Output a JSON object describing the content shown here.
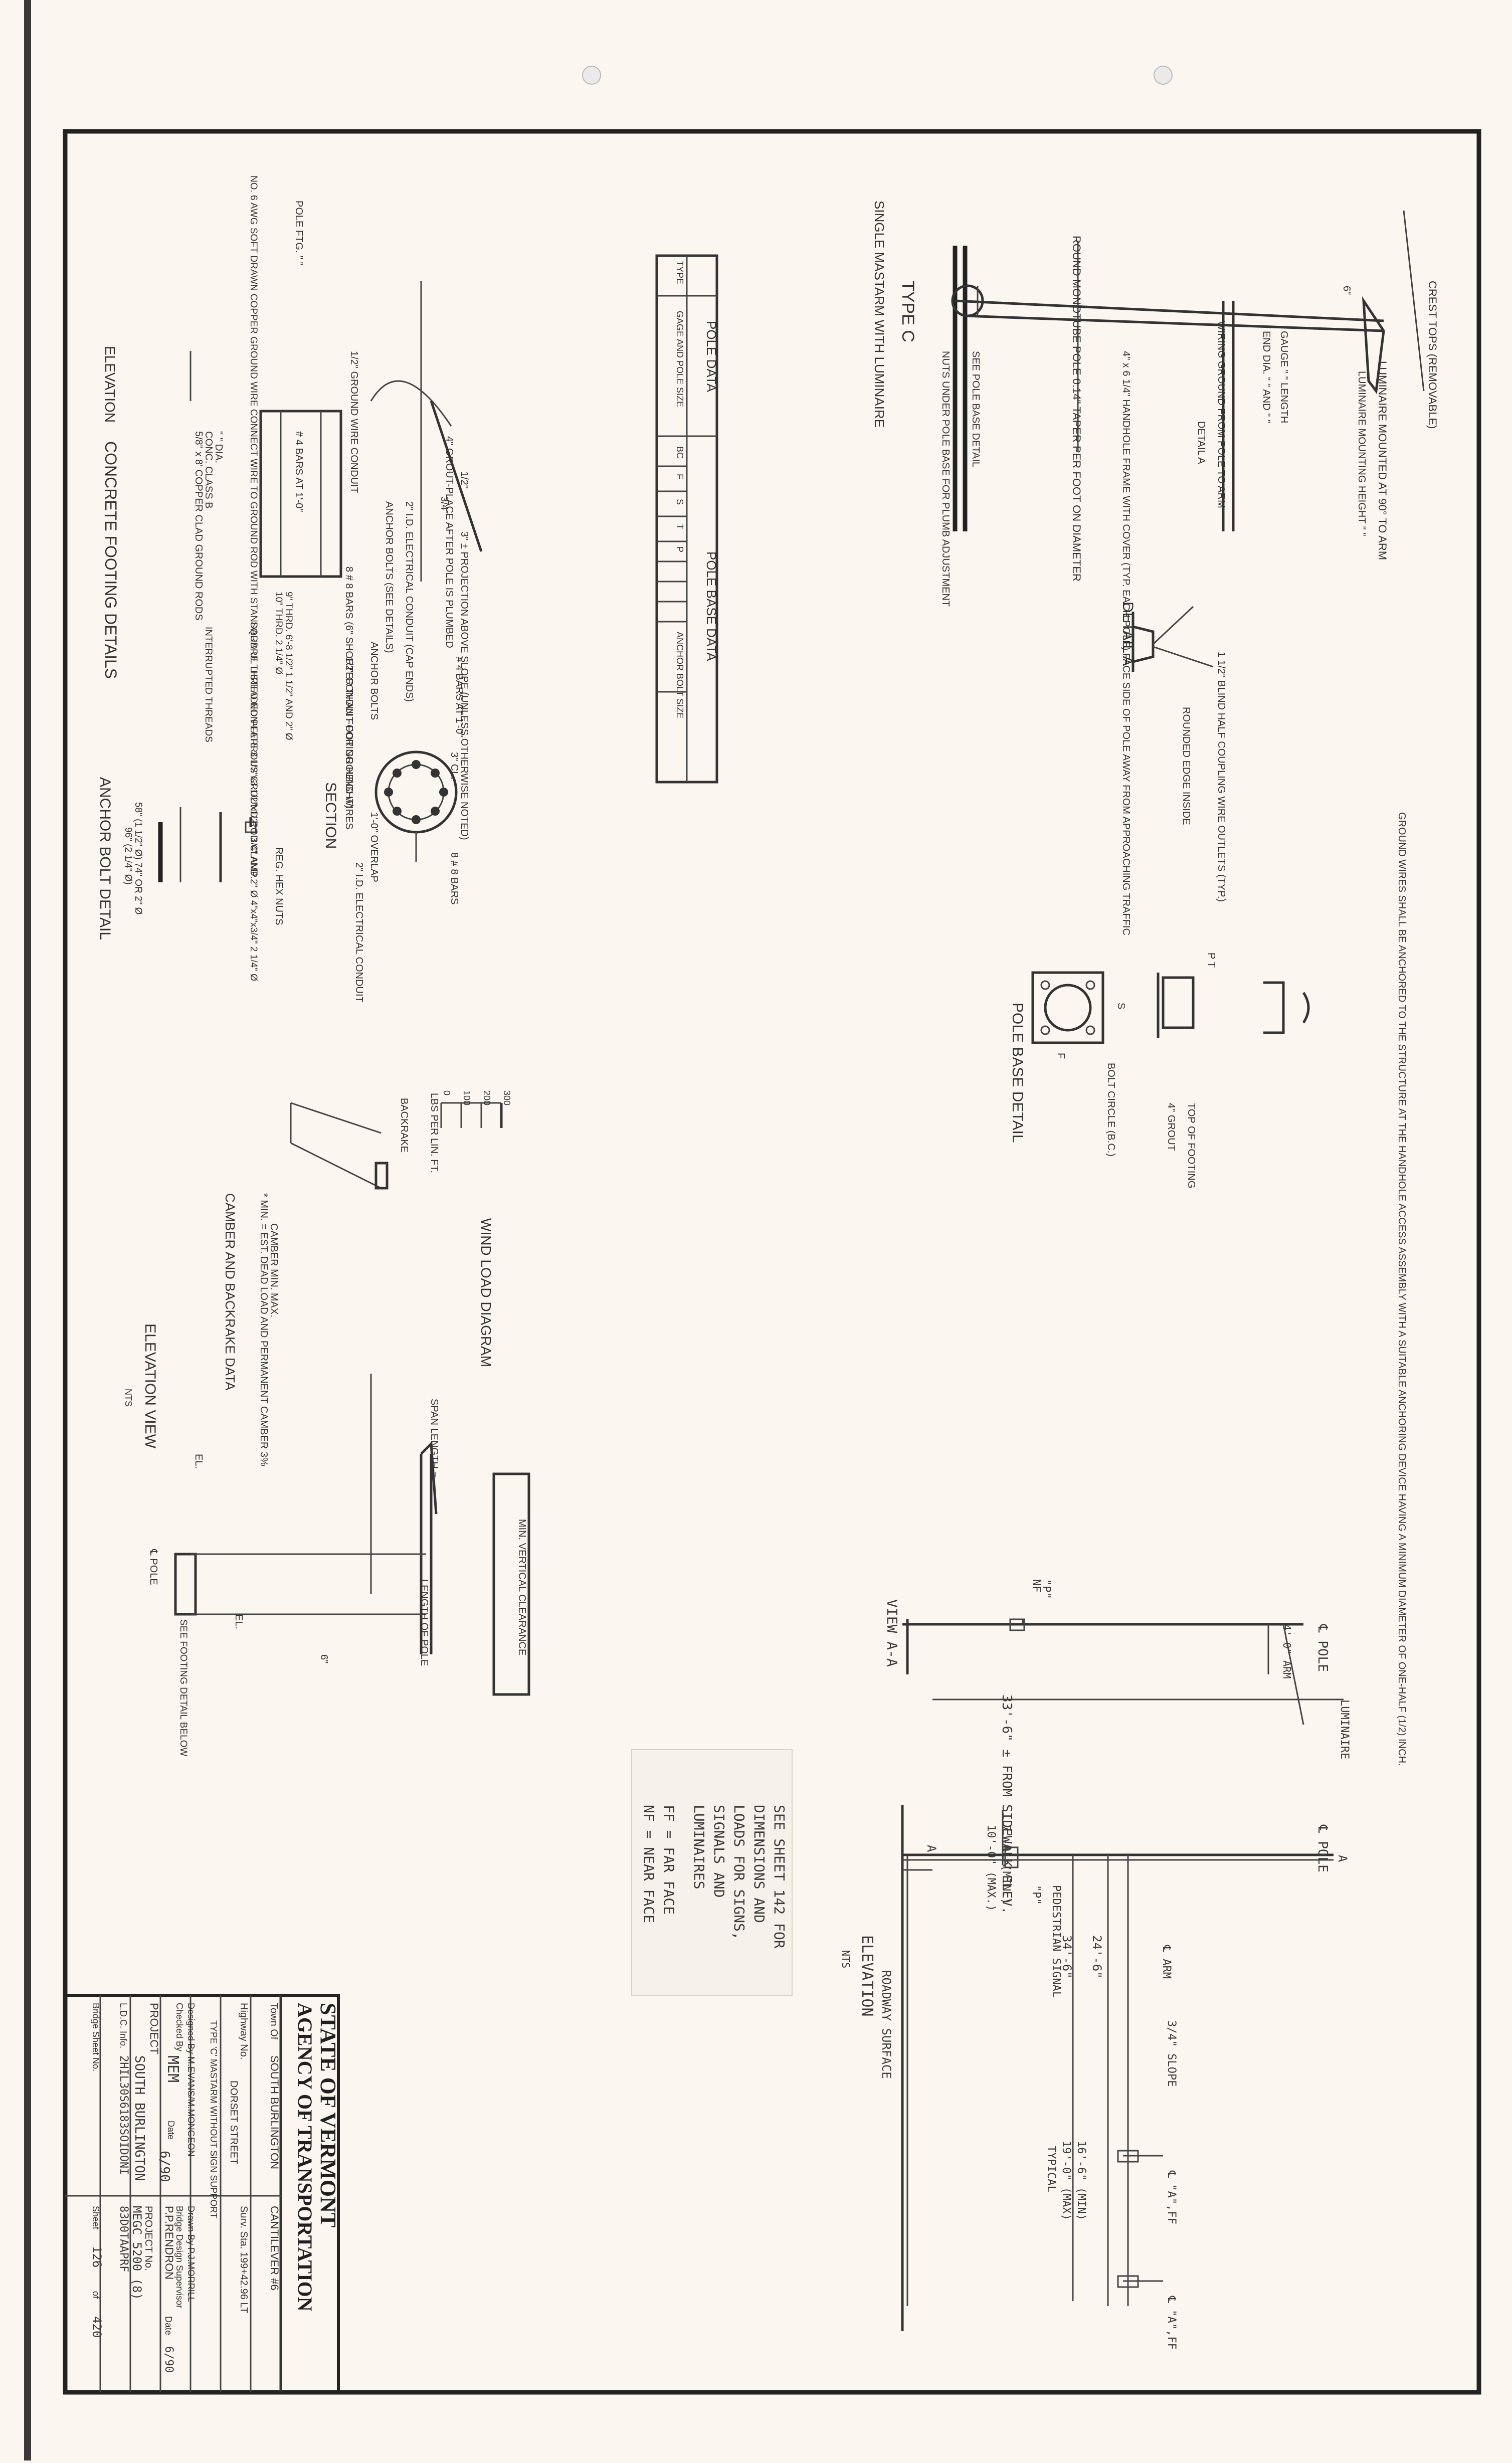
{
  "title_block": {
    "state": "STATE OF VERMONT",
    "agency": "AGENCY OF TRANSPORTATION",
    "town_label": "Town Of",
    "town": "SOUTH BURLINGTON",
    "cantilever": "CANTILEVER #6",
    "highway_label": "Highway No.",
    "survey_sta": "Surv. Sta. 199+42.96 LT",
    "street": "DORSET STREET",
    "description": "TYPE 'C' MASTARM WITHOUT SIGN SUPPORT",
    "designed_by": "Designed By M.EVANS/M.MONGEON",
    "drawn_by": "Drawn By P.J.MORRILL",
    "checked_by": "Checked By",
    "checked_initials": "MEM",
    "bridge_design": "Bridge Design Supervisor",
    "supervisor": "P.P.RENDRON",
    "date_label": "Date",
    "date_checked": "6/90",
    "date_drawn": "6/90",
    "project_label": "PROJECT",
    "project_town": "SOUTH BURLINGTON",
    "project_no_label": "PROJECT No.",
    "project_no": "MEGC 5200 (8)",
    "ldc_label": "L.D.C. Info.",
    "ldc_value": "2HIL30S6183SOIDONI",
    "file_no": "83D0TAAPRF",
    "bridge_sheet_label": "Bridge Sheet No.",
    "sheet_label": "Sheet",
    "sheet_no": "126",
    "sheet_of": "of",
    "sheet_total": "420"
  },
  "type_c": {
    "title": "TYPE C",
    "subtitle": "SINGLE MASTARM WITH LUMINAIRE",
    "crest_tops": "CREST TOPS (REMOVABLE)",
    "luminaire_mounted": "LUMINAIRE MOUNTED AT 90° TO ARM",
    "monotube": "ROUND MONOTUBE POLE 0.14\" TAPER PER FOOT ON DIAMETER",
    "mounting_height": "LUMINAIRE MOUNTING HEIGHT \" \"",
    "gauge": "GAUGE \" \" LENGTH",
    "end_dia": "END DIA. \" \" AND \" \"",
    "detail_a_ref": "DETAIL A",
    "wiring": "WIRING GROUND FROM POLE TO ARM",
    "handhole": "4\" x 6 1/4\" HANDHOLE FRAME WITH COVER (TYP. EACH POLE) FACE SIDE OF POLE AWAY FROM APPROACHING TRAFFIC",
    "pole_base": "SEE POLE BASE DETAIL",
    "nuts": "NUTS UNDER POLE BASE FOR PLUMB ADJUSTMENT",
    "six_in": "6\""
  },
  "detail_a": {
    "title": "DETAIL A",
    "coupling": "1 1/2\" BLIND HALF COUPLING WIRE OUTLETS (TYP.)",
    "rounded": "ROUNDED EDGE INSIDE"
  },
  "pole_data": {
    "title": "POLE DATA",
    "columns": [
      "TYPE",
      "GAGE AND POLE SIZE"
    ],
    "base_title": "POLE BASE DATA",
    "base_columns": [
      "BC",
      "F",
      "S",
      "T",
      "P",
      "ANCHOR BOLT SIZE"
    ]
  },
  "footing": {
    "title": "CONCRETE FOOTING DETAILS",
    "elevation": "ELEVATION",
    "pole_ftg": "POLE FTG. \" \"",
    "grout": "4\" GROUT-PLACE AFTER POLE IS PLUMBED",
    "conduit": "1/2\" GROUND WIRE CONDUIT",
    "wire": "NO. 6 AWG SOFT DRAWN COPPER GROUND WIRE CONNECT WIRE TO GROUND ROD WITH STANDARD UL LISTED NON-FERROUS GROUND ROD CLAMP.",
    "dia": "\" \" DIA.",
    "conc": "CONC. CLASS B",
    "rods": "5/8\" x 8' COPPER CLAD GROUND RODS",
    "bars": "# 4 BARS AT 1'-0\"",
    "elec_conduit": "2\" I.D. ELECTRICAL CONDUIT (CAP ENDS)",
    "anchor_bolts": "ANCHOR BOLTS (SEE DETAILS)",
    "b8_bars": "8 # 8 BARS (6\" SHORTER THAN FOOTING HEIGHT)",
    "projection": "3\" ± PROJECTION ABOVE SLOPE (UNLESS OTHERWISE NOTED)",
    "half": "1/2\"",
    "three_quarter": "3/4\""
  },
  "section": {
    "title": "SECTION",
    "anchor_bolts": "ANCHOR BOLTS",
    "conduit": "1/2\" CONDUIT FOR GROUND WIRES",
    "bars4": "# 4 BARS AT 1'-0\"",
    "cl": "3\" CL.",
    "overlap": "1'-0\" OVERLAP",
    "elec": "2\" I.D. ELECTRICAL CONDUIT",
    "bars8": "8 # 8 BARS"
  },
  "anchor": {
    "title": "ANCHOR BOLT DETAIL",
    "hex": "REG. HEX NUTS",
    "thread1": "9\" THRD. 6'-8 1/2\" 1 1/2\" AND 2\" Ø",
    "thread2": "10\" THRD. 2 1/4\" Ø",
    "square": "SQUARE THREADED PLATE 3 1/2\"x3 1/2\"x1/2\" 1 3/4\" AND 2\" Ø 4\"x4\"x3/4\" 2 1/4\" Ø",
    "interrupted": "INTERRUPTED THREADS",
    "len1": "58\" (1 1/2\" Ø) 74\" OR 2\" Ø",
    "len2": "96\" (2 1/4\" Ø)"
  },
  "pole_base_detail": {
    "title": "POLE BASE DETAIL",
    "ground": "GROUND WIRES SHALL BE ANCHORED TO THE STRUCTURE AT THE HANDHOLE ACCESS ASSEMBLY WITH A SUITABLE ANCHORING DEVICE HAVING A MINIMUM DIAMETER OF ONE-HALF (1/2) INCH.",
    "top": "TOP OF FOOTING",
    "grout": "4\" GROUT",
    "bolt": "BOLT CIRCLE (B.C.)",
    "p_t": "P T",
    "s": "S",
    "f": "F"
  },
  "wind": {
    "title": "WIND LOAD DIAGRAM",
    "axis": "LBS PER LIN. FT.",
    "ticks": [
      "0",
      "100",
      "200",
      "300"
    ]
  },
  "camber": {
    "title": "CAMBER AND BACKRAKE DATA",
    "backrake": "BACKRAKE",
    "camber": "CAMBER MIN. MAX.",
    "note": "* MIN. = EST. DEAD LOAD AND PERMANENT CAMBER 3%"
  },
  "elevation_view": {
    "title": "ELEVATION VIEW",
    "nts": "NTS",
    "span": "SPAN LENGTH =",
    "clearance": "MIN. VERTICAL CLEARANCE",
    "length": "LENGTH OF POLE",
    "six": "6\"",
    "el": "EL.",
    "pole": "℄ POLE",
    "footing": "SEE FOOTING DETAIL BELOW"
  },
  "note": {
    "lines": [
      "SEE SHEET 142 FOR",
      "DIMENSIONS AND",
      "LOADS FOR SIGNS,",
      "SIGNALS AND",
      "LUMINAIRES",
      "",
      "FF = FAR FACE",
      "NF = NEAR FACE"
    ]
  },
  "view_aa": {
    "title": "VIEW A-A",
    "pole": "℄ POLE",
    "arm": "4'-0\" ARM",
    "luminaire": "LUMINAIRE",
    "height": "33'-6\" ± FROM SIDEWALK ELEV.",
    "p": "\"P\"",
    "nf": "NF"
  },
  "elevation_nts": {
    "title": "ELEVATION",
    "nts": "NTS",
    "pole": "℄ POLE",
    "min": "7'-0\" (MIN.)",
    "max": "10'-0\" (MAX.)",
    "ped": "PEDESTRIAN SIGNAL",
    "p": "\"P\"",
    "arm": "℄ ARM",
    "slope": "3/4\" SLOPE",
    "h24": "24'-6\"",
    "h34": "34'-6\"",
    "roadway": "ROADWAY SURFACE",
    "span_min": "16'-6\" (MIN)",
    "span_max": "19'-0\" (MAX)",
    "typical": "TYPICAL",
    "aff": "℄ \"A\",FF",
    "aff2": "℄ \"A\",FF",
    "a_marker": "A"
  }
}
